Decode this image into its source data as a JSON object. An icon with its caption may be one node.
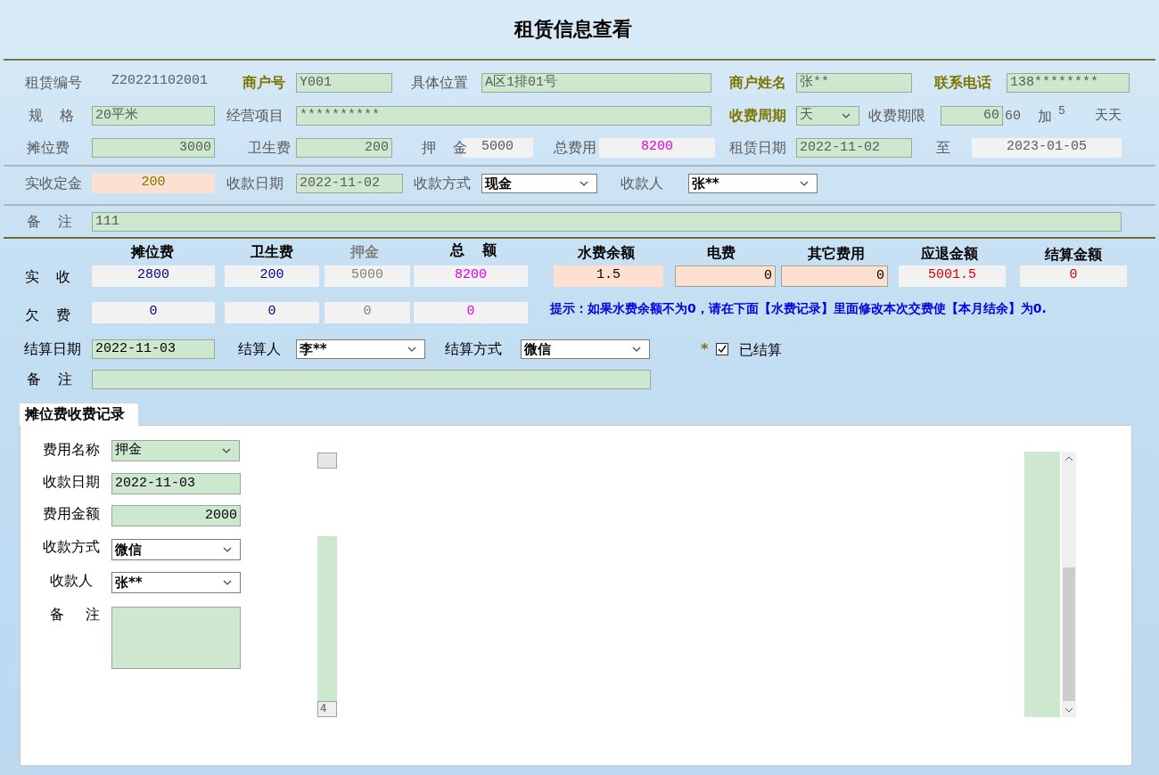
{
  "diagram": {
    "title": "租赁信息查看",
    "nodes": [
      {
        "text": [
          "Y001"
        ],
        "beside": [
          "商户号"
        ]
      },
      {
        "text": [
          "A区1排01号"
        ],
        "beside": [
          "具体位置"
        ]
      },
      {
        "text": [
          "张**"
        ],
        "beside": [
          "商户姓名"
        ]
      },
      {
        "text": [
          "138********"
        ],
        "beside": [
          "联系电话"
        ]
      },
      {
        "text": [
          "20平米"
        ],
        "beside": [
          "规 格"
        ]
      },
      {
        "text": [
          "**********"
        ],
        "beside": [
          "经营项目"
        ]
      },
      {
        "text": [
          "天"
        ],
        "beside": [
          "收费周期"
        ]
      },
      {
        "text": [
          "60"
        ],
        "beside": [
          "收费期限"
        ]
      },
      {
        "text": [
          "3000"
        ],
        "beside": [
          "摊位费"
        ]
      },
      {
        "text": [
          "200"
        ],
        "beside": [
          "卫生费"
        ]
      },
      {
        "text": [
          "5000"
        ],
        "beside": [
          "押 金"
        ]
      },
      {
        "text": [
          "8200"
        ],
        "beside": [
          "总费用"
        ]
      },
      {
        "text": [
          "2022-11-02"
        ],
        "beside": [
          "租赁日期"
        ]
      },
      {
        "text": [
          "2023-01-05"
        ],
        "beside": [
          "至"
        ]
      },
      {
        "text": [
          "200"
        ],
        "beside": [
          "实收定金"
        ]
      },
      {
        "text": [
          "2022-11-02"
        ],
        "beside": [
          "收款日期"
        ]
      },
      {
        "text": [
          "现金"
        ],
        "beside": [
          "收款方式"
        ]
      },
      {
        "text": [
          "张**"
        ],
        "beside": [
          "收款人"
        ]
      },
      {
        "text": [
          "111"
        ],
        "beside": [
          "备 注"
        ]
      },
      {
        "text": [
          "2800"
        ]
      },
      {
        "text": [
          "200"
        ]
      },
      {
        "text": [
          "5000"
        ]
      },
      {
        "text": [
          "8200"
        ]
      },
      {
        "text": [
          "1.5"
        ]
      },
      {
        "text": [
          "0"
        ]
      },
      {
        "text": [
          "0"
        ]
      },
      {
        "text": [
          "5001.5"
        ]
      },
      {
        "text": [
          "0"
        ]
      },
      {
        "text": [
          "0"
        ]
      },
      {
        "text": [
          "0"
        ]
      },
      {
        "text": [
          "0"
        ]
      },
      {
        "text": [
          "0"
        ]
      },
      {
        "text": [
          "2022-11-03"
        ],
        "beside": [
          "结算日期"
        ]
      },
      {
        "text": [
          "李**"
        ],
        "beside": [
          "结算人"
        ]
      },
      {
        "text": [
          "微信"
        ],
        "beside": [
          "结算方式"
        ]
      },
      {
        "text": [],
        "shape": "box",
        "beside": [
          "备 注"
        ]
      },
      {
        "text": [
          "摊位费收费记录"
        ]
      },
      {
        "text": [
          "押金"
        ],
        "beside": [
          "费用名称"
        ],
        "in": 36
      },
      {
        "text": [
          "2022-11-03"
        ],
        "beside": [
          "收款日期"
        ],
        "in": 36
      },
      {
        "text": [
          "2000"
        ],
        "beside": [
          "费用金额"
        ],
        "in": 36
      },
      {
        "text": [
          "微信"
        ],
        "beside": [
          "收款方式"
        ],
        "in": 36
      },
      {
        "text": [
          "张**"
        ],
        "beside": [
          "收款人"
        ],
        "in": 36
      },
      {
        "text": [],
        "shape": "box",
        "beside": [
          "备 注"
        ],
        "in": 36
      },
      {
        "text": [],
        "shape": "box",
        "in": 36
      },
      {
        "text": [],
        "shape": "bar",
        "in": 36
      },
      {
        "text": [
          "4"
        ],
        "in": 36
      },
      {
        "text": [],
        "shape": "bar",
        "in": 36
      }
    ],
    "labels": [
      "租赁编号",
      "Z20221102001",
      "60",
      "加",
      "5",
      "天天",
      "摊位费",
      "卫生费",
      "押金",
      "总 额",
      "水费余额",
      "电费",
      "其它费用",
      "应退金额",
      "结算金额",
      "实 收",
      "欠 费",
      "提示：如果水费余额不为0，请在下面【水费记录】里面修改本次交费使【本月结余】为0.",
      "*",
      "已结算"
    ]
  }
}
